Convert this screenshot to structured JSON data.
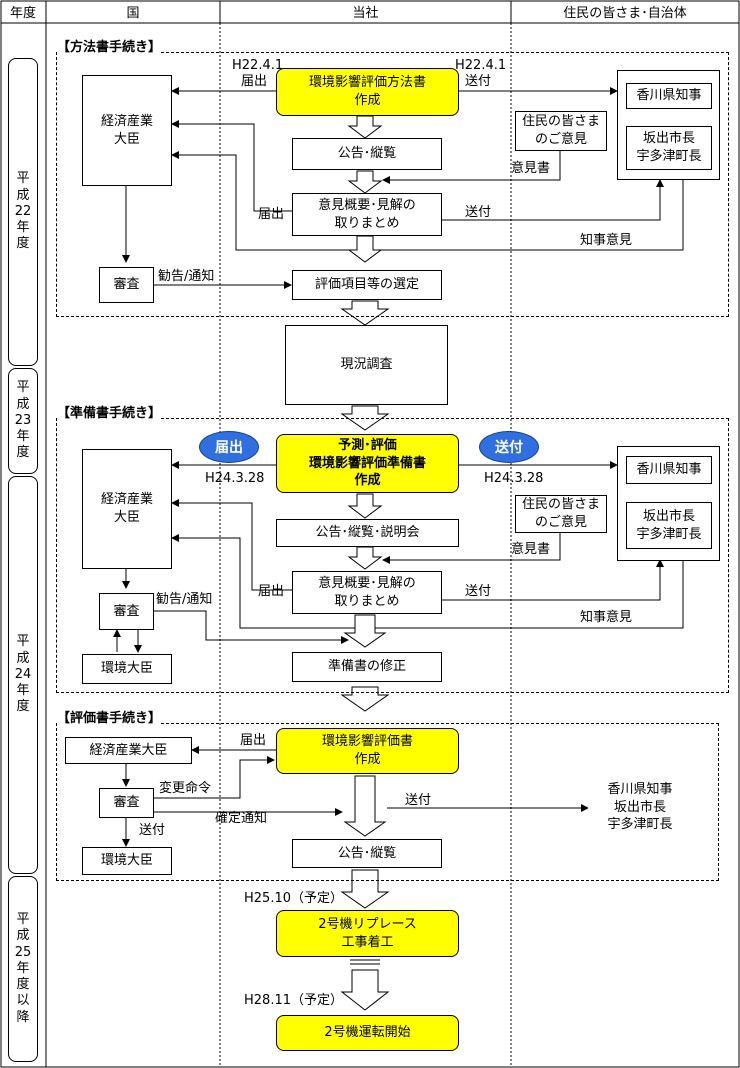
{
  "header": {
    "year": "年度",
    "country": "国",
    "company": "当社",
    "residents": "住民の皆さま･自治体"
  },
  "years": {
    "h22": "平\n成\n22\n年\n度",
    "h23": "平\n成\n23\n年\n度",
    "h24": "平\n成\n24\n年\n度",
    "h25": "平\n成\n25\n年\n度\n以\n降"
  },
  "s1": {
    "title": "【方法書手続き】",
    "date_left": "H22.4.1",
    "date_right": "H22.4.1",
    "report": "届出",
    "send": "送付",
    "main": "環境影響評価方法書\n作成",
    "minister": "経済産業\n大臣",
    "public": "公告･縦覧",
    "opinion_summary": "意見概要･見解の\n取りまとめ",
    "resident_opinion": "住民の皆さま\nのご意見",
    "opinion_doc": "意見書",
    "governor": "香川県知事",
    "mayors": "坂出市長\n宇多津町長",
    "report2": "届出",
    "send2": "送付",
    "governor_opinion": "知事意見",
    "review": "審査",
    "advice": "勧告/通知",
    "selection": "評価項目等の選定"
  },
  "survey": "現況調査",
  "s2": {
    "title": "【準備書手続き】",
    "badge_report": "届出",
    "badge_send": "送付",
    "date_left": "H24.3.28",
    "date_right": "H24.3.28",
    "main": "予測･評価\n環境影響評価準備書\n作成",
    "minister": "経済産業\n大臣",
    "public": "公告･縦覧･説明会",
    "resident_opinion": "住民の皆さま\nのご意見",
    "opinion_doc": "意見書",
    "governor": "香川県知事",
    "mayors": "坂出市長\n宇多津町長",
    "opinion_summary": "意見概要･見解の\n取りまとめ",
    "report2": "届出",
    "send2": "送付",
    "review": "審査",
    "advice": "勧告/通知",
    "governor_opinion": "知事意見",
    "env_minister": "環境大臣",
    "revision": "準備書の修正"
  },
  "s3": {
    "title": "【評価書手続き】",
    "minister": "経済産業大臣",
    "report": "届出",
    "main": "環境影響評価書\n作成",
    "change_order": "変更命令",
    "review": "審査",
    "confirm": "確定通知",
    "send": "送付",
    "recipients": "香川県知事\n坂出市長\n宇多津町長",
    "send_env": "送付",
    "env_minister": "環境大臣",
    "public": "公告･縦覧"
  },
  "final": {
    "date1": "H25.10（予定）",
    "construction": "2号機リプレース\n工事着工",
    "date2": "H28.11（予定）",
    "operation": "2号機運転開始"
  }
}
